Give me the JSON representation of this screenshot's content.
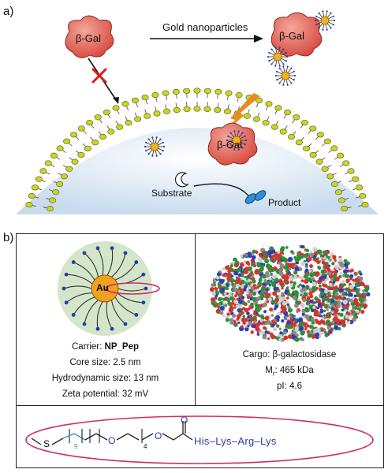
{
  "panel_a": {
    "label": "a)",
    "enzyme_label": "β-Gal",
    "arrow_label": "Gold nanoparticles",
    "substrate_label": "Substrate",
    "product_label": "Product"
  },
  "panel_b": {
    "label": "b)",
    "carrier": {
      "core_label": "Au",
      "name_prefix": "Carrier: ",
      "name": "NP_Pep",
      "core_size": "Core size: 2.5 nm",
      "hydrodynamic_size": "Hydrodynamic size: 13 nm",
      "zeta_potential": "Zeta potential: 32 mV"
    },
    "cargo": {
      "name": "Cargo: β-galactosidase",
      "mw_prefix": "M",
      "mw_sub": "r",
      "mw_value": ": 465 kDa",
      "pi": "pI: 4.6"
    },
    "ligand": {
      "sulfur": "S",
      "sub_9": "9",
      "oxygen": "O",
      "sub_4": "4",
      "carbonyl_o": "O",
      "peptide": "His–Lys–Arg–Lys"
    }
  },
  "colors": {
    "lipid_head": "#c9d32a",
    "enzyme": "#e0564e",
    "cell_interior": "#dbe8f3",
    "ligand_blue": "#2f8fd6",
    "peptide": "#2a3aa8",
    "highlight": "#d12a6a"
  }
}
